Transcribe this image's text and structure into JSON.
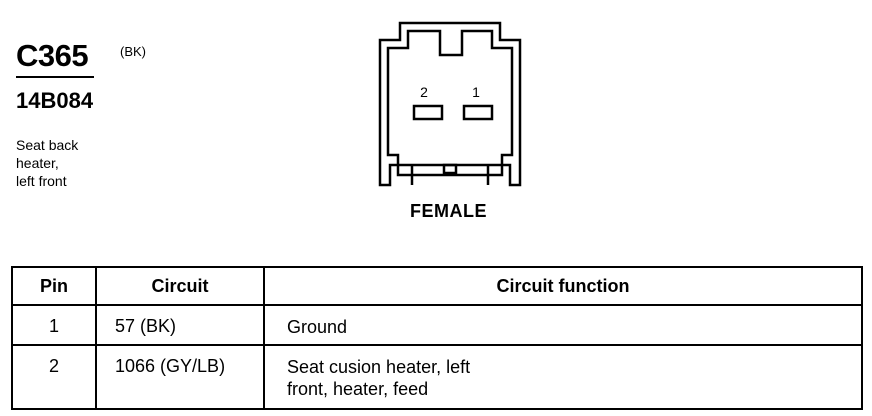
{
  "connector": {
    "id": "C365",
    "color": "(BK)",
    "part_number": "14B084",
    "description_lines": [
      "Seat back",
      "heater,",
      "left front"
    ],
    "gender": "FEMALE",
    "pin_labels": [
      "2",
      "1"
    ]
  },
  "table": {
    "headers": [
      "Pin",
      "Circuit",
      "Circuit function"
    ],
    "rows": [
      {
        "pin": "1",
        "circuit": "57 (BK)",
        "function_lines": [
          "Ground"
        ]
      },
      {
        "pin": "2",
        "circuit": "1066 (GY/LB)",
        "function_lines": [
          "Seat cusion heater, left",
          "front, heater, feed"
        ]
      }
    ]
  }
}
